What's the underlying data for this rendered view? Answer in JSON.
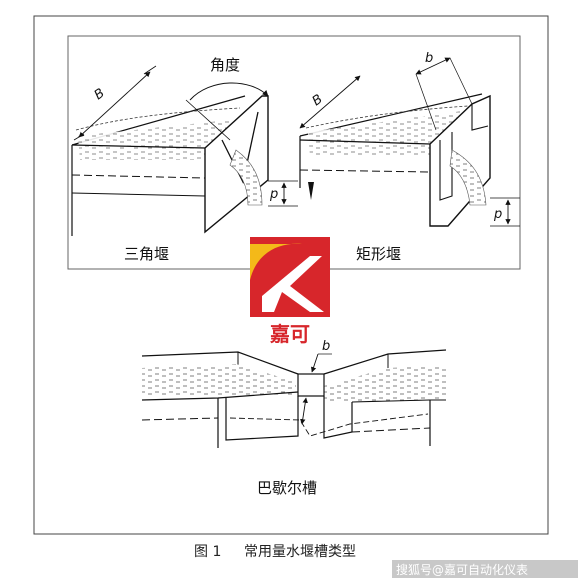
{
  "labels": {
    "triangular_weir": "三角堰",
    "rectangular_weir": "矩形堰",
    "parshall_flume": "巴歇尔槽",
    "angle": "角度",
    "b": "b",
    "B": "B",
    "p": "p"
  },
  "logo": {
    "text": "嘉可",
    "letter": "K",
    "colors": {
      "red": "#d7262b",
      "yellow": "#f4b919",
      "white": "#ffffff"
    }
  },
  "caption": {
    "figure_no": "图 1",
    "title": "常用量水堰槽类型"
  },
  "watermark": "搜狐号@嘉可自动化仪表"
}
